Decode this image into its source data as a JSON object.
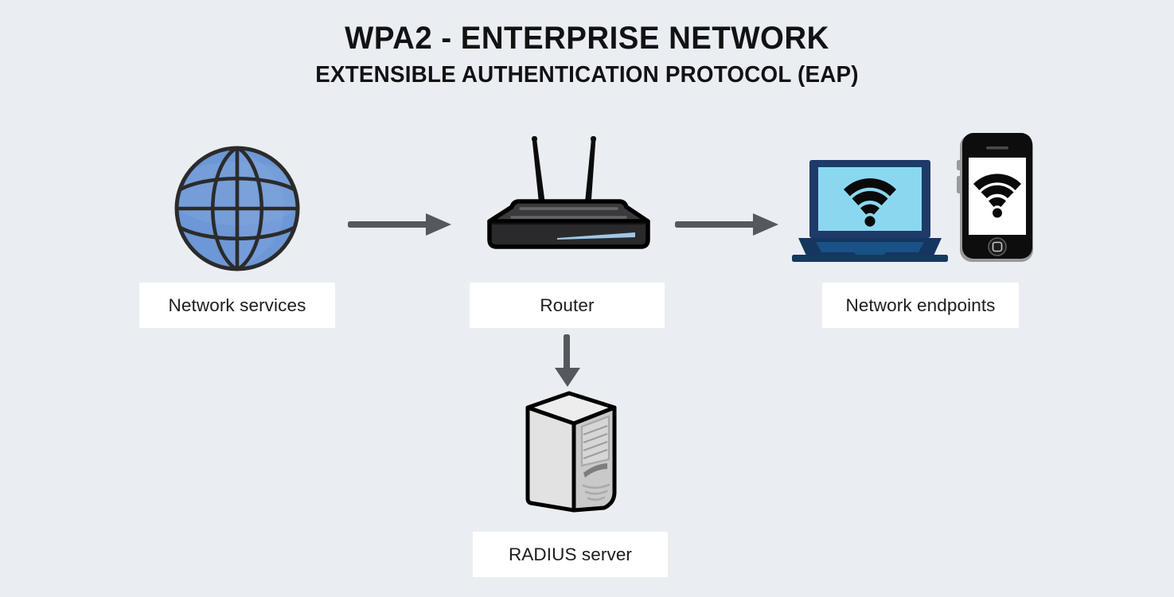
{
  "page": {
    "background_color": "#eaeef3",
    "title": "WPA2 - ENTERPRISE NETWORK",
    "subtitle": "EXTENSIBLE AUTHENTICATION PROTOCOL (EAP)"
  },
  "colors": {
    "background": "#eaeef3",
    "label_plate": "#ffffff",
    "text": "#1b1c1e",
    "arrow": "#55595e",
    "globe_fill": "#6d97d6",
    "globe_fill_light": "#7ea3dc",
    "globe_outline": "#2b2b2b",
    "router_body": "#2e2e30",
    "router_top": "#3a3a3c",
    "router_outline": "#000000",
    "router_led": "#9fc7e8",
    "laptop_bezel": "#1e3a68",
    "laptop_screen": "#8ad8f0",
    "laptop_deck": "#1a5186",
    "laptop_base": "#14365f",
    "phone_body": "#0d0d0d",
    "phone_edge": "#9a9a9a",
    "phone_screen": "#ffffff",
    "server_left": "#e2e2e2",
    "server_right": "#c9c9c9",
    "server_top": "#ededed",
    "server_outline": "#000000",
    "wifi_icon": "#0a0a0a"
  },
  "nodes": [
    {
      "id": "network-services",
      "icon": "globe-icon",
      "label": "Network services"
    },
    {
      "id": "router",
      "icon": "router-icon",
      "label": "Router"
    },
    {
      "id": "network-endpoints",
      "icon": "laptop-and-phone-icon",
      "label": "Network endpoints"
    },
    {
      "id": "radius-server",
      "icon": "server-tower-icon",
      "label": "RADIUS server"
    }
  ],
  "connections": [
    {
      "id": "globe-to-router",
      "icon": "arrow-right-icon",
      "direction": "right",
      "from": "Network services",
      "to": "Router"
    },
    {
      "id": "router-to-endpoints",
      "icon": "arrow-right-icon",
      "direction": "right",
      "from": "Router",
      "to": "Network endpoints"
    },
    {
      "id": "router-to-radius",
      "icon": "arrow-down-icon",
      "direction": "down",
      "from": "Router",
      "to": "RADIUS server"
    }
  ]
}
